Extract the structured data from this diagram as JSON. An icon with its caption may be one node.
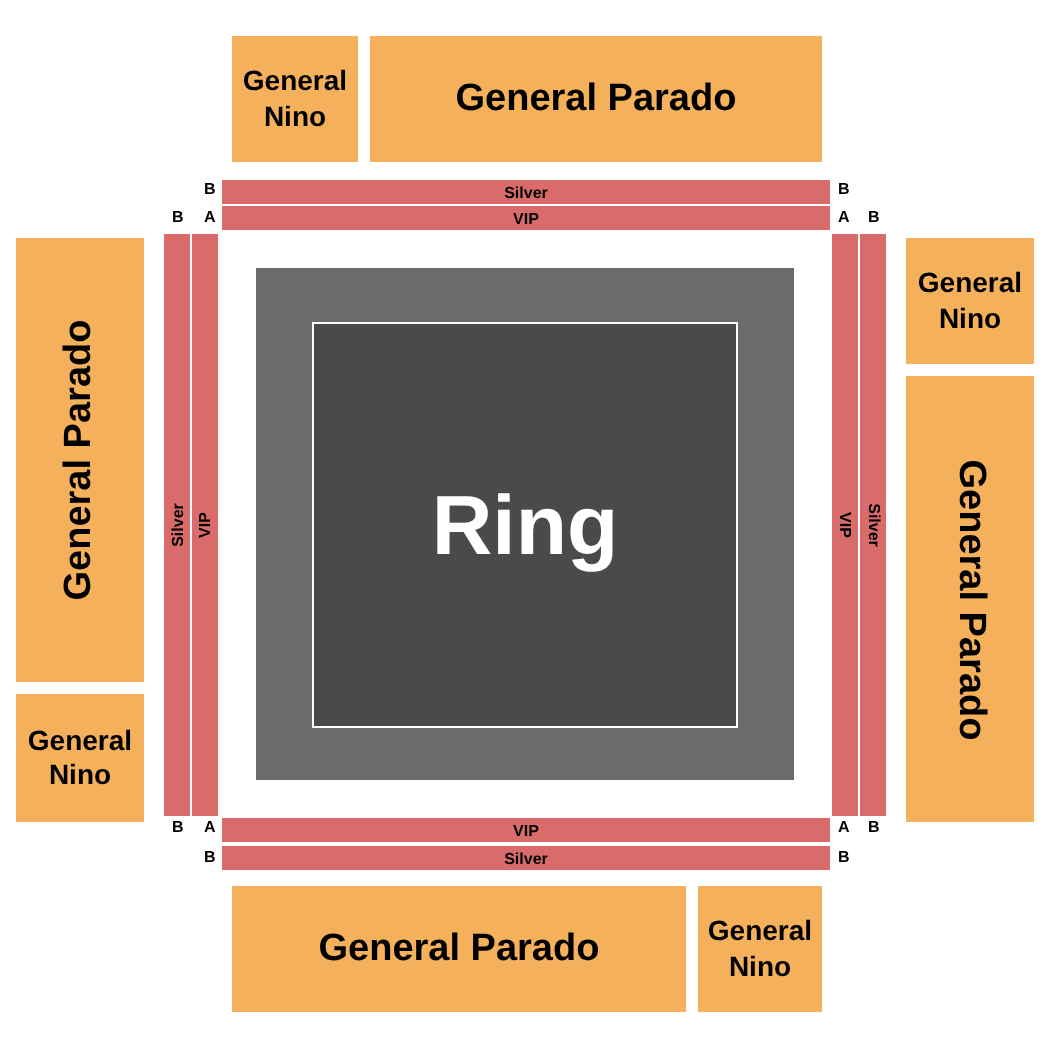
{
  "diagram": {
    "nodes": [
      {
        "text": [
          "General Nino"
        ]
      },
      {
        "text": [
          "General Parado"
        ]
      },
      {
        "text": [
          "Silver"
        ]
      },
      {
        "text": [
          "VIP"
        ]
      },
      {
        "text": [
          "General Parado"
        ]
      },
      {
        "text": [
          "Silver"
        ]
      },
      {
        "text": [
          "VIP"
        ]
      },
      {
        "text": [],
        "shape": "box"
      },
      {
        "text": [
          "Ring"
        ],
        "in": 7
      },
      {
        "text": [
          "VIP"
        ]
      },
      {
        "text": [
          "Silver"
        ]
      },
      {
        "text": [
          "General Nino"
        ]
      },
      {
        "text": [
          "General Parado"
        ]
      },
      {
        "text": [
          "General Nino"
        ]
      },
      {
        "text": [
          "VIP"
        ]
      },
      {
        "text": [
          "Silver"
        ]
      },
      {
        "text": [
          "General Parado"
        ]
      },
      {
        "text": [
          "General Nino"
        ]
      }
    ],
    "edges": [],
    "labels": [
      "B",
      "B",
      "B",
      "A",
      "A",
      "B",
      "B",
      "A",
      "A",
      "B",
      "B",
      "B"
    ]
  }
}
